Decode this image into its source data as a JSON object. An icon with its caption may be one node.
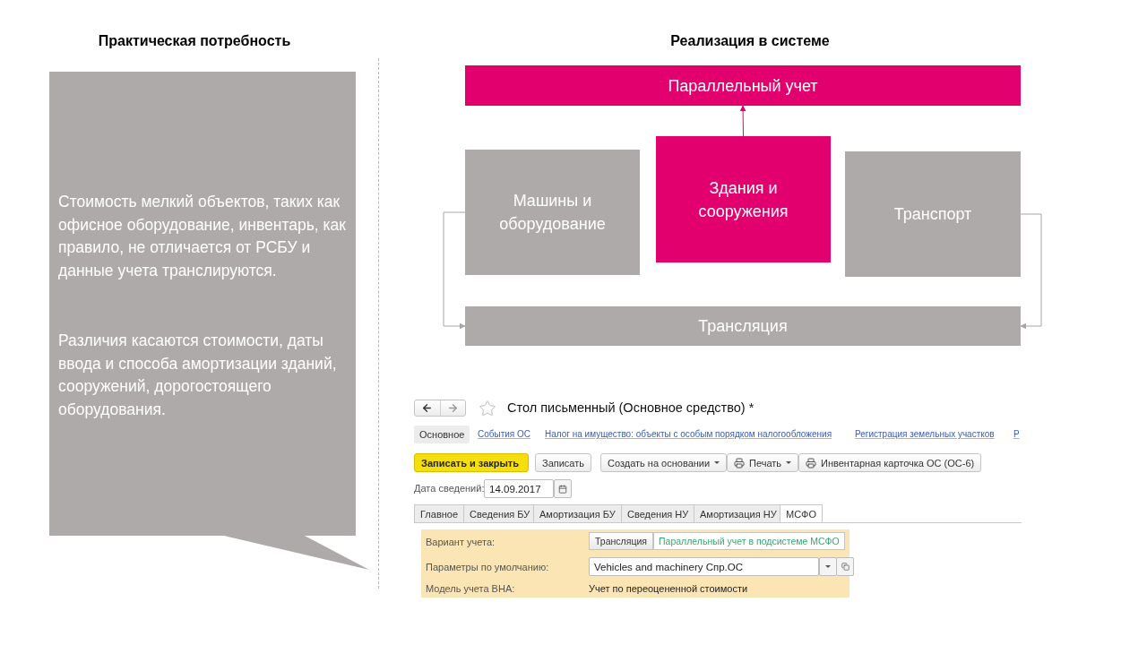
{
  "diagram": {
    "nodes": [
      {
        "text": [
          "Стоимость мелкий объектов, таких как офисное оборудование, инвентарь, как правило, не отличается от РСБУ и данные учета транслируются.",
          "Различия касаются стоимости, даты ввода и способа амортизации зданий, сооружений, дорогостоящего оборудования."
        ]
      },
      {
        "text": [
          "Параллельный учет"
        ]
      },
      {
        "text": [
          "Машины и оборудование"
        ]
      },
      {
        "text": [
          "Здания и сооружения"
        ]
      },
      {
        "text": [
          "Транспорт"
        ]
      },
      {
        "text": [
          "Трансляция"
        ]
      }
    ],
    "edges": [
      {
        "from": 3,
        "to": 1,
        "arrow": "to",
        "color": "#e2006f"
      },
      {
        "from": 2,
        "to": 5,
        "arrow": "to"
      },
      {
        "from": 4,
        "to": 5,
        "arrow": "to"
      }
    ],
    "labels": [
      "Практическая потребность",
      "Реализация в системе",
      "Стол письменный (Основное средство) *",
      "Основное",
      "События ОС",
      "Налог на имущество: объекты с особым порядком налогообложения",
      "Регистрация земельных участков",
      "Р",
      "Записать и закрыть",
      "Записать",
      "Создать на основании",
      "Печать",
      "Инвентарная карточка ОС (ОС-6)",
      "Дата сведений:",
      "14.09.2017",
      "Главное",
      "Сведения БУ",
      "Амортизация БУ",
      "Сведения НУ",
      "Амортизация НУ",
      "МСФО",
      "Вариант учета:",
      "Трансляция",
      "Параллельный учет в подсистеме МСФО",
      "Параметры по умолчанию:",
      "Vehicles and machinery Спр.ОС",
      "Модель учета ВНА:",
      "Учет по переоцененной стоимости"
    ]
  }
}
